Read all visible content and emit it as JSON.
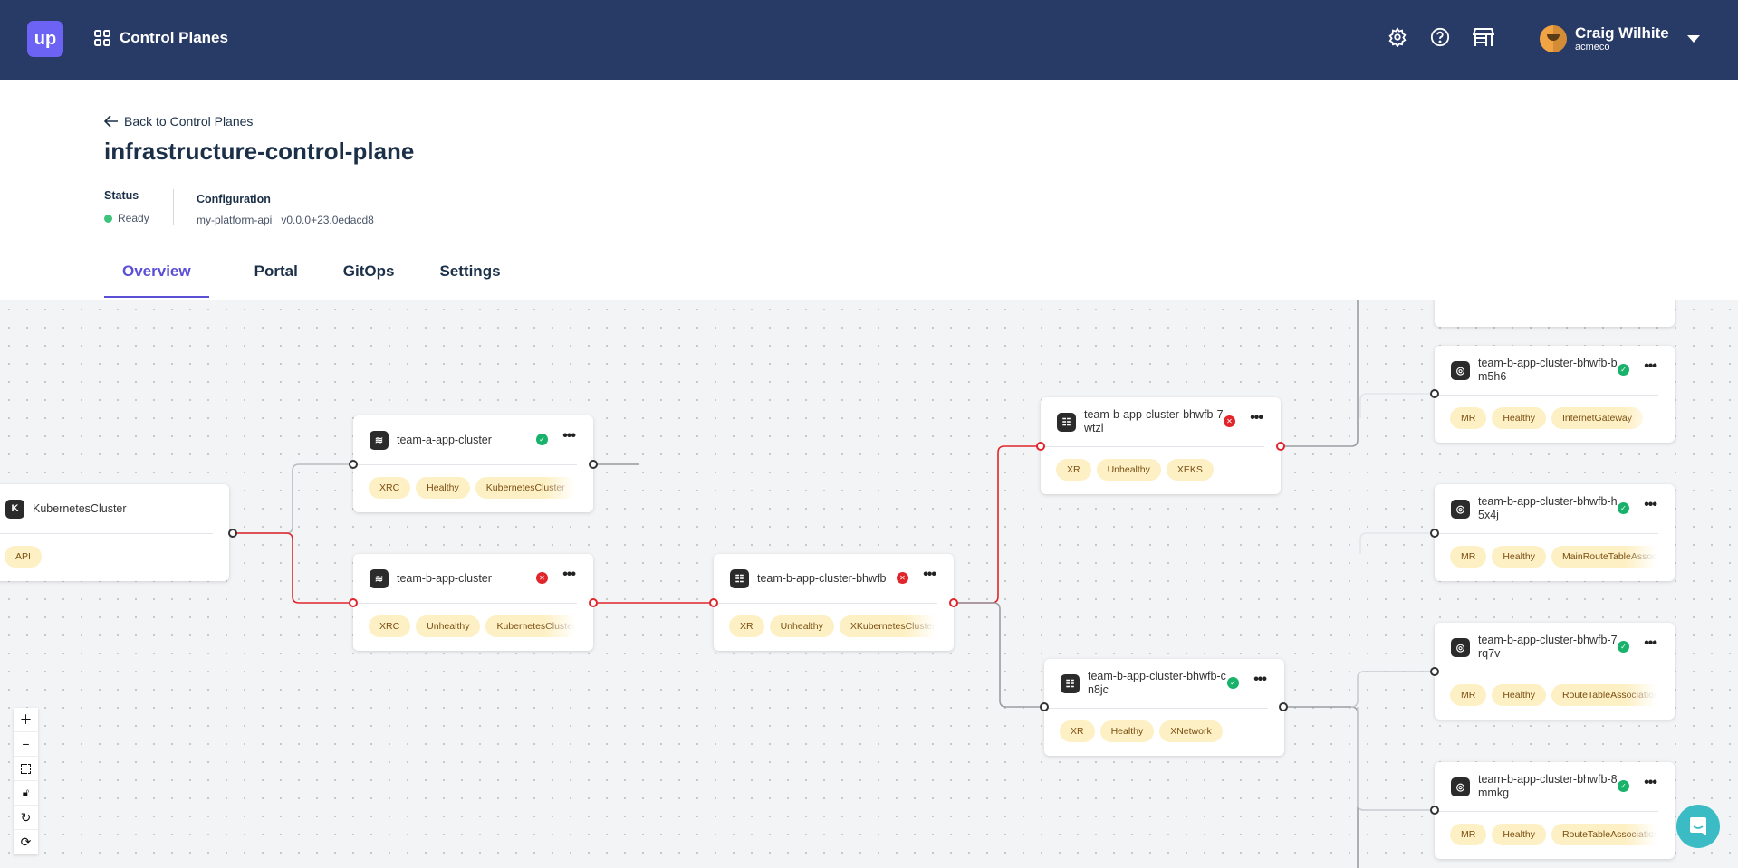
{
  "topbar": {
    "logo": "up",
    "nav_label": "Control Planes",
    "user_name": "Craig Wilhite",
    "user_org": "acmeco",
    "icons": [
      "gear-icon",
      "help-icon",
      "marketplace-icon"
    ]
  },
  "page": {
    "back_label": "Back to Control Planes",
    "title": "infrastructure-control-plane",
    "status_label": "Status",
    "status_value": "Ready",
    "status_color": "#3cc47c",
    "config_label": "Configuration",
    "config_name": "my-platform-api",
    "config_version": "v0.0.0+23.0edacd8"
  },
  "tabs": [
    {
      "label": "Overview",
      "active": true
    },
    {
      "label": "Portal"
    },
    {
      "label": "GitOps"
    },
    {
      "label": "Settings"
    }
  ],
  "nodes": [
    {
      "title": "",
      "icon": "",
      "status": "",
      "tags": []
    },
    {
      "title": "KubernetesCluster",
      "icon": "K",
      "status": "",
      "tags": [
        "API"
      ]
    },
    {
      "title": "team-a-app-cluster",
      "icon": "layers",
      "status": "healthy",
      "tags": [
        "XRC",
        "Healthy",
        "KubernetesCluster"
      ]
    },
    {
      "title": "team-b-app-cluster",
      "icon": "layers",
      "status": "unhealthy",
      "tags": [
        "XRC",
        "Unhealthy",
        "KubernetesCluster"
      ]
    },
    {
      "title": "team-b-app-cluster-bhwfb",
      "icon": "list",
      "status": "unhealthy",
      "tags": [
        "XR",
        "Unhealthy",
        "XKubernetesCluster"
      ]
    },
    {
      "title": "team-b-app-cluster-bhwfb-7wtzl",
      "icon": "list",
      "status": "unhealthy",
      "tags": [
        "XR",
        "Unhealthy",
        "XEKS"
      ]
    },
    {
      "title": "team-b-app-cluster-bhwfb-cn8jc",
      "icon": "list",
      "status": "healthy",
      "tags": [
        "XR",
        "Healthy",
        "XNetwork"
      ]
    },
    {
      "title": "team-b-app-cluster-bhwfb-bm5h6",
      "icon": "target",
      "status": "healthy",
      "tags": [
        "MR",
        "Healthy",
        "InternetGateway"
      ]
    },
    {
      "title": "team-b-app-cluster-bhwfb-h5x4j",
      "icon": "target",
      "status": "healthy",
      "tags": [
        "MR",
        "Healthy",
        "MainRouteTableAssociation"
      ]
    },
    {
      "title": "team-b-app-cluster-bhwfb-7rq7v",
      "icon": "target",
      "status": "healthy",
      "tags": [
        "MR",
        "Healthy",
        "RouteTableAssociation"
      ]
    },
    {
      "title": "team-b-app-cluster-bhwfb-8mmkg",
      "icon": "target",
      "status": "healthy",
      "tags": [
        "MR",
        "Healthy",
        "RouteTableAssociation"
      ]
    }
  ],
  "colors": {
    "healthy": "#18b26b",
    "unhealthy": "#e0252b",
    "topbar": "#283a66",
    "accent": "#5b4fd6"
  },
  "controls": [
    "zoom-in",
    "zoom-out",
    "fit-view",
    "lock",
    "rotate",
    "refresh"
  ]
}
